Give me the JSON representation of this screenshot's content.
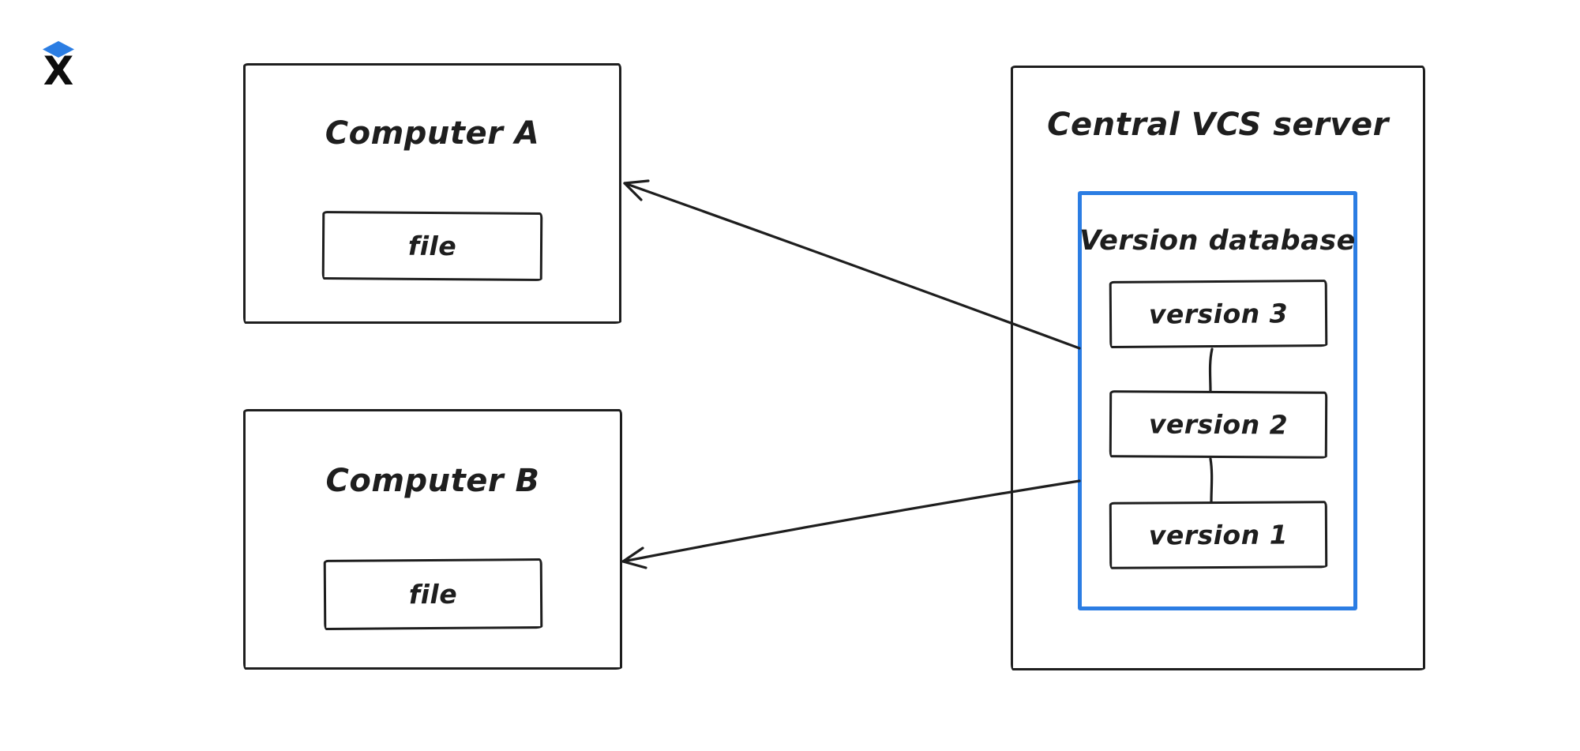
{
  "page": {
    "background": "#ffffff"
  },
  "colors": {
    "stroke": "#1e1e1e",
    "accent_blue": "#2b7de3"
  },
  "logo": {
    "letter": "X",
    "diamond_color": "#2b7de3"
  },
  "nodes": {
    "computer_a": {
      "title": "Computer A",
      "file_label": "file"
    },
    "computer_b": {
      "title": "Computer B",
      "file_label": "file"
    },
    "server": {
      "title": "Central VCS server",
      "database": {
        "title": "Version database",
        "versions": [
          "version 3",
          "version 2",
          "version 1"
        ]
      }
    }
  },
  "connections": [
    {
      "from": "version-database",
      "to": "computer-a",
      "type": "arrow"
    },
    {
      "from": "version-database",
      "to": "computer-b",
      "type": "arrow"
    },
    {
      "from": "version-3",
      "to": "version-2",
      "type": "line"
    },
    {
      "from": "version-2",
      "to": "version-1",
      "type": "line"
    }
  ]
}
